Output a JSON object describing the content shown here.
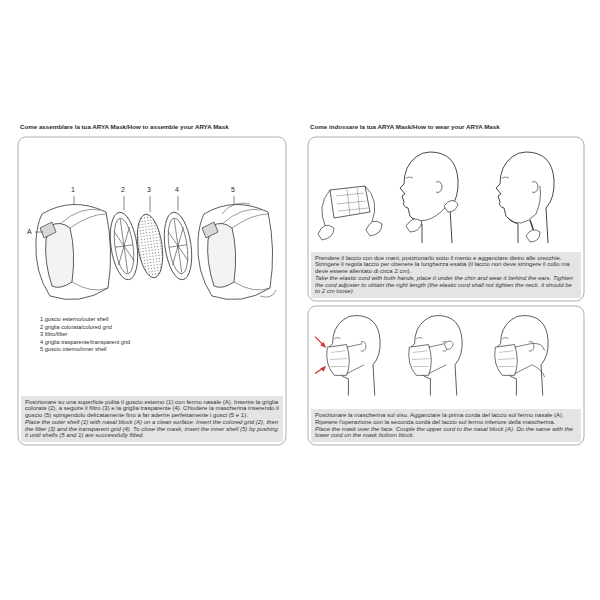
{
  "diagram": {
    "nodes": [
      {
        "text": [
          "Posizionare su una superficie pulita il guscio esterno (1) con fermo nasale (A). Inserire la griglia colorata (2), a seguire il filtro (3) e la griglia trasparente (4). Chiudere la mascherina inserendo il guscio (5) spingendolo delicatamente fino a far aderire perfettamente i gusci (5 e 1).",
          "Place the outer shell (1) with nasal block (A) on a clean surface. Insert the colored grid (2), then the filter (3) and the transparent grid (4). To close the mask, insert the inner shell (5) by pushing it until shells (5 and 1) are successfully fitted."
        ]
      },
      {
        "text": [
          "Prendere il laccio con due mani, posizionarlo sotto il mento e agganciare dietro alle orecchie. Stringere il regola laccio per ottenere la lunghezza esatta (il laccio non deve stringere il collo ma deve essere allentato di circa 2 cm).",
          "Take the elastic cord with both hands, place it under the chin and wear it behind the ears. Tighten the cord adjuster to obtain the right length (the elastic cord shall not tighten the neck. it should be to 2 cm loose)."
        ]
      },
      {
        "text": [
          "Posizionare la mascherina sul viso. Agganciare la prima corda del laccio sul fermo nasale (A). Ripetere l'operazione con la seconda corda del laccio sul fermo inferiore della mascherina.",
          "Place the mask over the face. Couple the upper cord to the nasal block (A). Do the same with the lower cord on the mask bottom block."
        ]
      }
    ],
    "labels": [
      "Come assemblare la tua ARYA Mask/How to assemble your ARYA Mask",
      "1",
      "2",
      "3",
      "4",
      "5",
      "A",
      "1 guscio esterno/outer shell",
      "2 griglia colorata/colored grid",
      "3 filtro/filter",
      "4 griglia trasparente/transparent grid",
      "5 guscio interno/inner shell",
      "Come indossare la tua ARYA Mask/How to wear your ARYA Mask"
    ]
  }
}
